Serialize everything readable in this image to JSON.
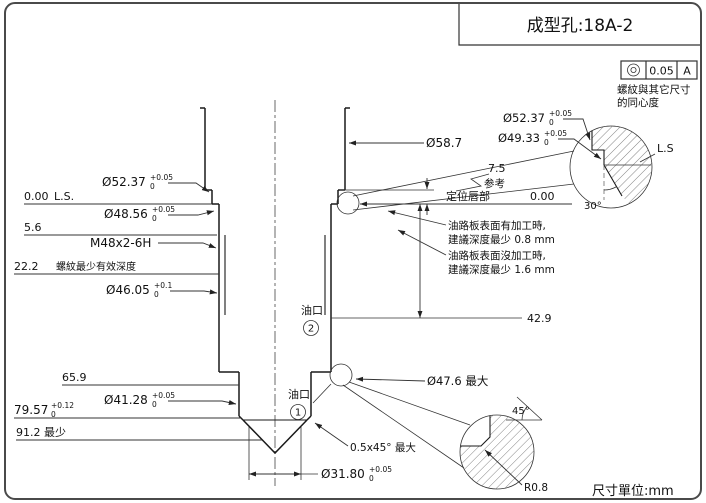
{
  "page": {
    "title": "成型孔:18A-2",
    "units": "尺寸單位:mm"
  },
  "concentricity": {
    "symbol": "◎",
    "tolerance": "0.05",
    "datum": "A",
    "note1": "螺紋與其它尺寸",
    "note2": "的同心度"
  },
  "left_dims": {
    "datum_value": "0.00",
    "datum_label": "L.S.",
    "phi52_37": {
      "v": "Ø52.37",
      "hi": "+0.05",
      "lo": "0"
    },
    "phi48_56": {
      "v": "Ø48.56",
      "hi": "+0.05",
      "lo": "0"
    },
    "depth_5_6": "5.6",
    "thread_spec": "M48x2-6H",
    "depth_22_2": "22.2",
    "thread_depth_note": "螺紋最少有效深度",
    "phi46_05": {
      "v": "Ø46.05",
      "hi": "+0.1",
      "lo": "0"
    },
    "depth_65_9": "65.9",
    "phi41_28": {
      "v": "Ø41.28",
      "hi": "+0.05",
      "lo": "0"
    },
    "depth_79_57": {
      "v": "79.57",
      "hi": "+0.12",
      "lo": "0"
    },
    "depth_91_2": "91.2 最少"
  },
  "right_dims": {
    "phi58_7": "Ø58.7",
    "ref_7_5": "7.5",
    "ref_label": "参考",
    "lip_label": "定位唇部",
    "datum_value": "0.00",
    "note_machined_1": "油路板表面有加工時,",
    "note_machined_2": "建議深度最少 0.8 mm",
    "note_raw_1": "油路板表面沒加工時,",
    "note_raw_2": "建議深度最少 1.6 mm",
    "depth_42_9": "42.9",
    "phi47_6": "Ø47.6 最大",
    "chamfer_note": "0.5x45° 最大"
  },
  "oil_ports": {
    "label2": "油口",
    "num2": "2",
    "label1": "油口",
    "num1": "1"
  },
  "bottom_dim": {
    "phi31_80": {
      "v": "Ø31.80",
      "hi": "+0.05",
      "lo": "0"
    }
  },
  "detail_a": {
    "phi52_37": {
      "v": "Ø52.37",
      "hi": "+0.05",
      "lo": "0"
    },
    "phi49_33": {
      "v": "Ø49.33",
      "hi": "+0.05",
      "lo": "0"
    },
    "ls_label": "L.S",
    "angle": "30°"
  },
  "detail_b": {
    "angle": "45°",
    "radius": "R0.8"
  }
}
